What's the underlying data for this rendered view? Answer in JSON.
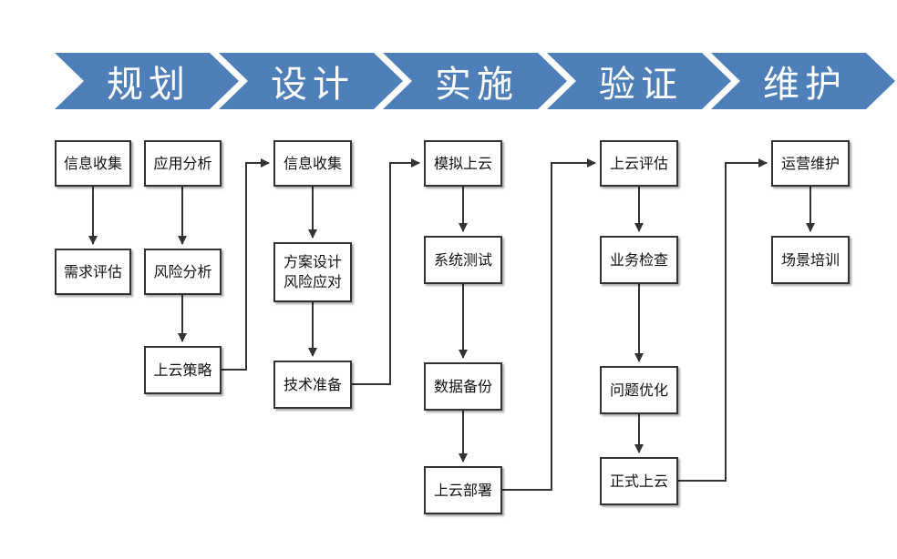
{
  "colors": {
    "chevron": "#4f7fb9",
    "chevron_text": "#ffffff",
    "line": "#333333"
  },
  "phases": [
    "规划",
    "设计",
    "实施",
    "验证",
    "维护"
  ],
  "steps": {
    "plan_info": "信息收集",
    "plan_req": "需求评估",
    "plan_app": "应用分析",
    "plan_risk": "风险分析",
    "plan_strategy": "上云策略",
    "design_info": "信息收集",
    "design_solution": "方案设计\n风险应对",
    "design_tech": "技术准备",
    "impl_sim": "模拟上云",
    "impl_test": "系统测试",
    "impl_backup": "数据备份",
    "impl_deploy": "上云部署",
    "verify_eval": "上云评估",
    "verify_check": "业务检查",
    "verify_opt": "问题优化",
    "verify_live": "正式上云",
    "maint_ops": "运营维护",
    "maint_train": "场景培训"
  }
}
